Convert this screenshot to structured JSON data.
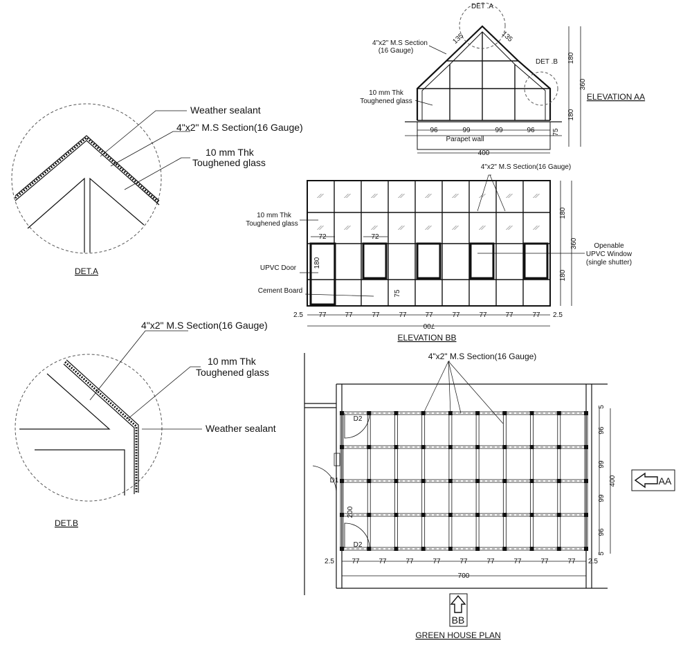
{
  "det_a": {
    "title": "DET.A",
    "labels": [
      "Weather sealant",
      "4\"x2\" M.S Section(16  Gauge)",
      "10 mm Thk",
      "Toughened glass"
    ]
  },
  "det_b": {
    "title": "DET.B",
    "labels": [
      "4\"x2\" M.S Section(16  Gauge)",
      "10 mm Thk",
      "Toughened glass",
      "Weather sealant"
    ]
  },
  "elev_aa": {
    "title": "ELEVATION AA",
    "callouts": [
      "DET .A",
      "DET .B",
      "4\"x2\" M.S Section",
      "(16  Gauge)",
      "10 mm Thk",
      "Toughened glass",
      "Parapet wall"
    ],
    "dims_top": [
      "135",
      "135"
    ],
    "dims_bottom": [
      "96",
      "99",
      "99",
      "96"
    ],
    "total": "400",
    "heights": [
      "180",
      "360",
      "180",
      "75"
    ]
  },
  "elev_bb": {
    "title": "ELEVATION BB",
    "callouts": [
      "4\"x2\" M.S Section(16  Gauge)",
      "10 mm Thk",
      "Toughened glass",
      "UPVC Door",
      "Cement Board",
      "Openable",
      "UPVC Window",
      "(single shutter)"
    ],
    "bay_dims": [
      "2.5",
      "77",
      "77",
      "77",
      "77",
      "77",
      "77",
      "77",
      "77",
      "77",
      "2.5"
    ],
    "total": "700",
    "inner_dims": [
      "72",
      "72",
      "180",
      "75"
    ],
    "heights": [
      "180",
      "360",
      "180"
    ]
  },
  "plan": {
    "title": "GREEN HOUSE PLAN",
    "callout": "4\"x2\" M.S Section(16  Gauge)",
    "doors": [
      "D2",
      "D1",
      "D2"
    ],
    "inner_dim": "200",
    "bay_dims": [
      "2.5",
      "77",
      "77",
      "77",
      "77",
      "77",
      "77",
      "77",
      "77",
      "77",
      "2.5"
    ],
    "total": "700",
    "side_dims": [
      "5",
      "96",
      "99",
      "99",
      "96",
      "5"
    ],
    "side_total": "400",
    "section_marks": [
      "AA",
      "BB"
    ]
  }
}
